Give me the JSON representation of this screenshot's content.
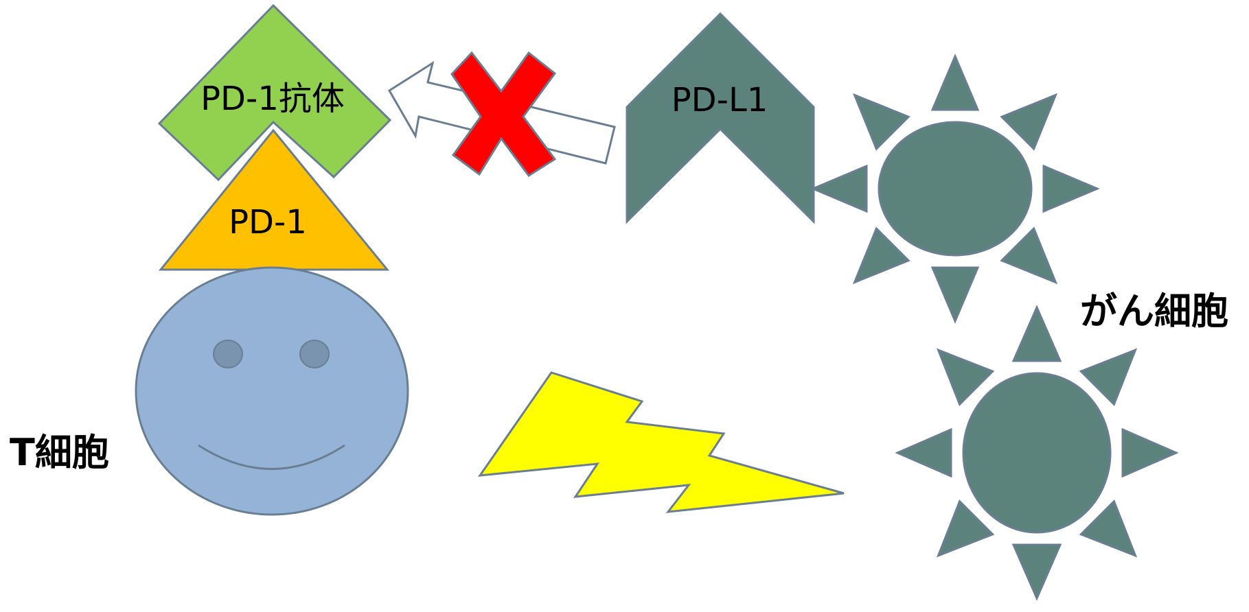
{
  "labels": {
    "pd1_antibody": "PD-1抗体",
    "pd1": "PD-1",
    "pdl1": "PD-L1",
    "t_cell": "T細胞",
    "cancer_cell": "がん細胞"
  },
  "colors": {
    "antibody": "#92D050",
    "pd1": "#FFC000",
    "t_cell": "#95B3D7",
    "t_cell_eye": "#7A93AE",
    "cancer": "#5B837C",
    "block_x": "#FF0000",
    "attack": "#FFFF00",
    "outline": "#6A7E93",
    "arrow_fill": "#FFFFFF"
  },
  "icons": {
    "block": "cross-mark-icon",
    "attack": "lightning-bolt-icon",
    "face": "smiley-face-icon",
    "cell": "sun-shape-icon"
  }
}
